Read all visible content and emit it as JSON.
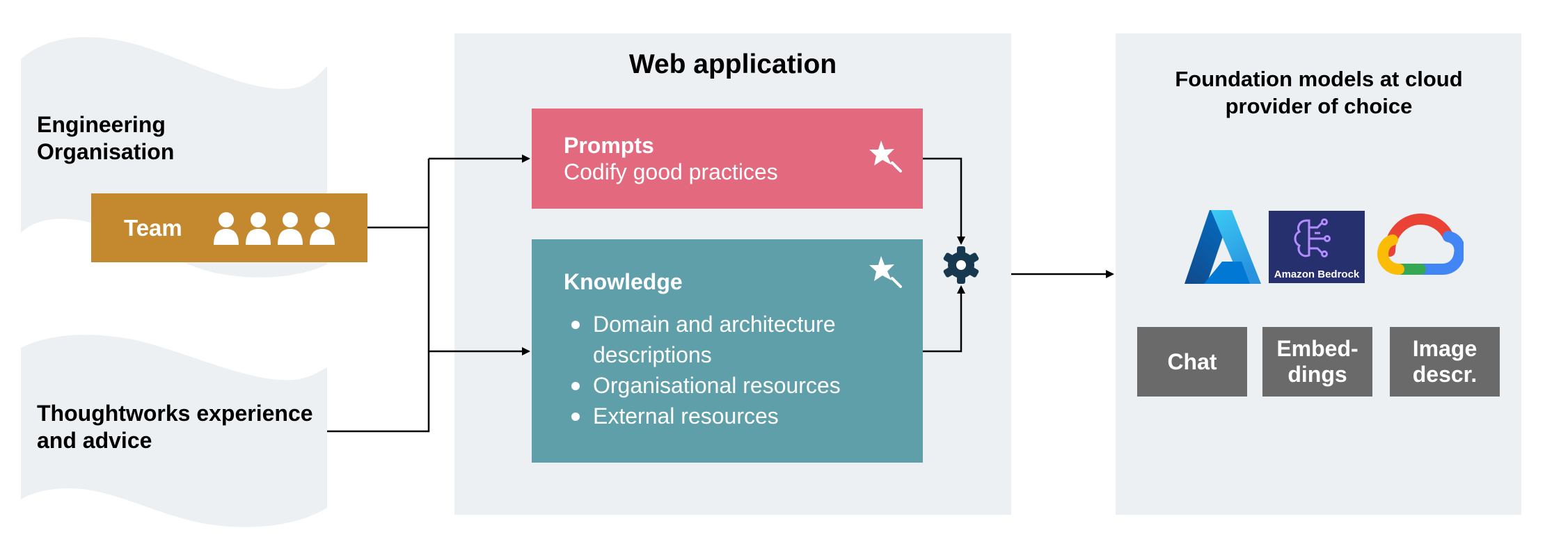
{
  "left": {
    "engineering_label": "Engineering Organisation",
    "team_label": "Team",
    "thoughtworks_label": "Thoughtworks experience and advice"
  },
  "web_app": {
    "title": "Web application",
    "prompts": {
      "title": "Prompts",
      "subtitle": "Codify good practices"
    },
    "knowledge": {
      "title": "Knowledge",
      "items": [
        "Domain and architecture descriptions",
        "Organisational resources",
        "External resources"
      ]
    }
  },
  "models": {
    "title": "Foundation models at cloud provider of choice",
    "logos": [
      "azure-logo",
      "amazon-bedrock-logo",
      "google-cloud-logo"
    ],
    "bedrock_label": "Amazon Bedrock",
    "capabilities": [
      "Chat",
      "Embed-dings",
      "Image descr."
    ]
  },
  "colors": {
    "panel": "#ecf0f3",
    "team": "#c4882f",
    "prompts": "#e3697e",
    "knowledge": "#5f9faa",
    "capability": "#6a6a6a",
    "gear": "#17384f"
  }
}
